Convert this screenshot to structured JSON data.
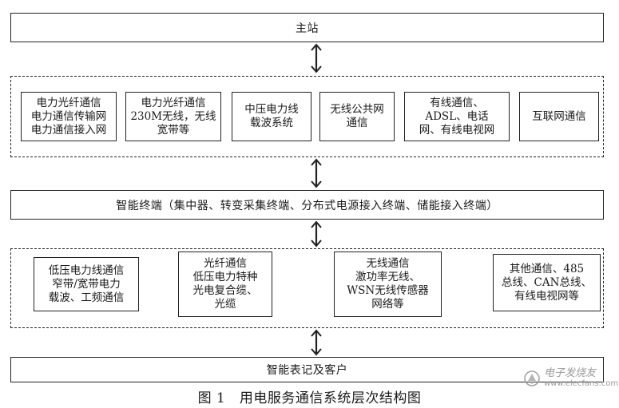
{
  "top": "主站",
  "row1": [
    [
      "电力光纤通信",
      "电力通信传输网",
      "电力通信接入网"
    ],
    [
      "电力光纤通信",
      "230M无线，无线",
      "宽带等"
    ],
    [
      "中压电力线",
      "载波系统"
    ],
    [
      "无线公共网",
      "通信"
    ],
    [
      "有线通信、",
      "ADSL、电话",
      "网、有线电视网"
    ],
    [
      "互联网通信"
    ]
  ],
  "middle": "智能终端（集中器、转变采集终端、分布式电源接入终端、储能接入终端）",
  "row2": [
    [
      "低压电力线通信",
      "窄带/宽带电力",
      "载波、工频通信"
    ],
    [
      "光纤通信",
      "低压电力特种",
      "光电复合缆、",
      "光缆"
    ],
    [
      "无线通信",
      "激功率无线、",
      "WSN无线传感器",
      "网络等"
    ],
    [
      "其他通信、485",
      "总线、CAN总线、",
      "有线电视网等"
    ]
  ],
  "bottom": "智能表记及客户",
  "caption": "图 1　用电服务通信系统层次结构图",
  "watermark": {
    "cn": "电子发烧友",
    "url": "www.elecfans.com"
  }
}
